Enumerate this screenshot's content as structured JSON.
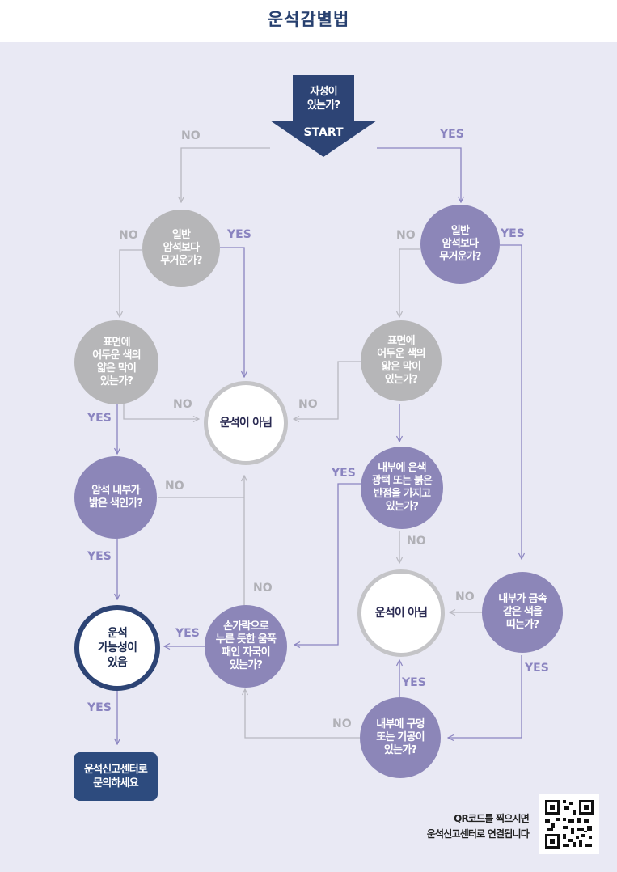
{
  "title": "운석감별법",
  "start": {
    "question": "자성이\n있는가?",
    "label": "START"
  },
  "nodes": {
    "heavy_left": "일반\n암석보다\n무거운가?",
    "heavy_right": "일반\n암석보다\n무거운가?",
    "film_left": "표면에\n어두운 색의\n얇은 막이\n있는가?",
    "film_right": "표면에\n어두운 색의\n얇은 막이\n있는가?",
    "not_meteorite_top": "운석이 아님",
    "inner_bright": "암석 내부가\n밝은 색인가?",
    "inner_silver": "내부에 은색\n광택 또는 붉은\n반점을 가지고\n있는가?",
    "finger": "손가락으로\n누른 듯한 움푹\n패인 자국이\n있는가?",
    "possible": "운석\n가능성이\n있음",
    "not_meteorite_bottom": "운석이 아님",
    "metal": "내부가 금속\n같은 색을\n띠는가?",
    "holes": "내부에 구멍\n또는 기공이\n있는가?"
  },
  "labels": {
    "yes": "YES",
    "no": "NO"
  },
  "final_button": "운석신고센터로\n문의하세요",
  "qr_caption": "QR코드를 찍으시면\n운석신고센터로 연결됩니다",
  "colors": {
    "navy": "#2d4475",
    "gray": "#b6b6b8",
    "purple": "#8c86b8",
    "panel": "#e9e9f4"
  }
}
